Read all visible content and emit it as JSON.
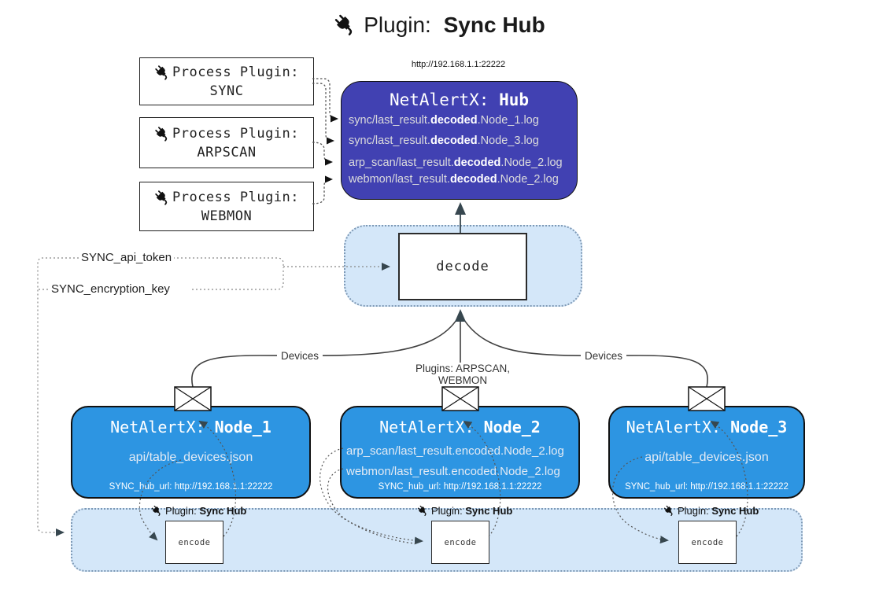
{
  "title": {
    "icon": "plug-icon",
    "prefix": "Plugin: ",
    "bold": "Sync Hub"
  },
  "process_plugins": [
    {
      "icon": "plug-icon",
      "label": "Process Plugin:",
      "name": "SYNC"
    },
    {
      "icon": "plug-icon",
      "label": "Process Plugin:",
      "name": "ARPSCAN"
    },
    {
      "icon": "plug-icon",
      "label": "Process Plugin:",
      "name": "WEBMON"
    }
  ],
  "hub": {
    "url": "http://192.168.1.1:22222",
    "title_prefix": "NetAlertX: ",
    "title_bold": "Hub",
    "files": [
      {
        "pre": "sync/last_result.",
        "bold": "decoded",
        "post": ".Node_1.log"
      },
      {
        "pre": "sync/last_result.",
        "bold": "decoded",
        "post": ".Node_3.log"
      },
      {
        "pre": "arp_scan/last_result.",
        "bold": "decoded",
        "post": ".Node_2.log"
      },
      {
        "pre": "webmon/last_result.",
        "bold": "decoded",
        "post": ".Node_2.log"
      }
    ]
  },
  "decode_box": {
    "label": "decode"
  },
  "settings": {
    "api_token": "SYNC_api_token",
    "encryption_key": "SYNC_encryption_key"
  },
  "edge_labels": {
    "left": "Devices",
    "center": "Plugins: ARPSCAN, WEBMON",
    "right": "Devices"
  },
  "nodes": [
    {
      "title_prefix": "NetAlertX: ",
      "title_bold": "Node_1",
      "files": [
        "api/table_devices.json"
      ],
      "hub_url": "SYNC_hub_url: http://192.168.1.1:22222"
    },
    {
      "title_prefix": "NetAlertX: ",
      "title_bold": "Node_2",
      "files": [
        "arp_scan/last_result.encoded.Node_2.log",
        "webmon/last_result.encoded.Node_2.log"
      ],
      "hub_url": "SYNC_hub_url: http://192.168.1.1:22222"
    },
    {
      "title_prefix": "NetAlertX: ",
      "title_bold": "Node_3",
      "files": [
        "api/table_devices.json"
      ],
      "hub_url": "SYNC_hub_url: http://192.168.1.1:22222"
    }
  ],
  "encode_section": {
    "icon": "plug-icon",
    "plugin_prefix": "Plugin: ",
    "plugin_bold": "Sync Hub",
    "encode_label": "encode"
  },
  "colors": {
    "hub_fill": "#4141b2",
    "node_fill": "#2d95e2",
    "band_fill": "#d4e7f9",
    "band_border": "#7e99b5"
  }
}
